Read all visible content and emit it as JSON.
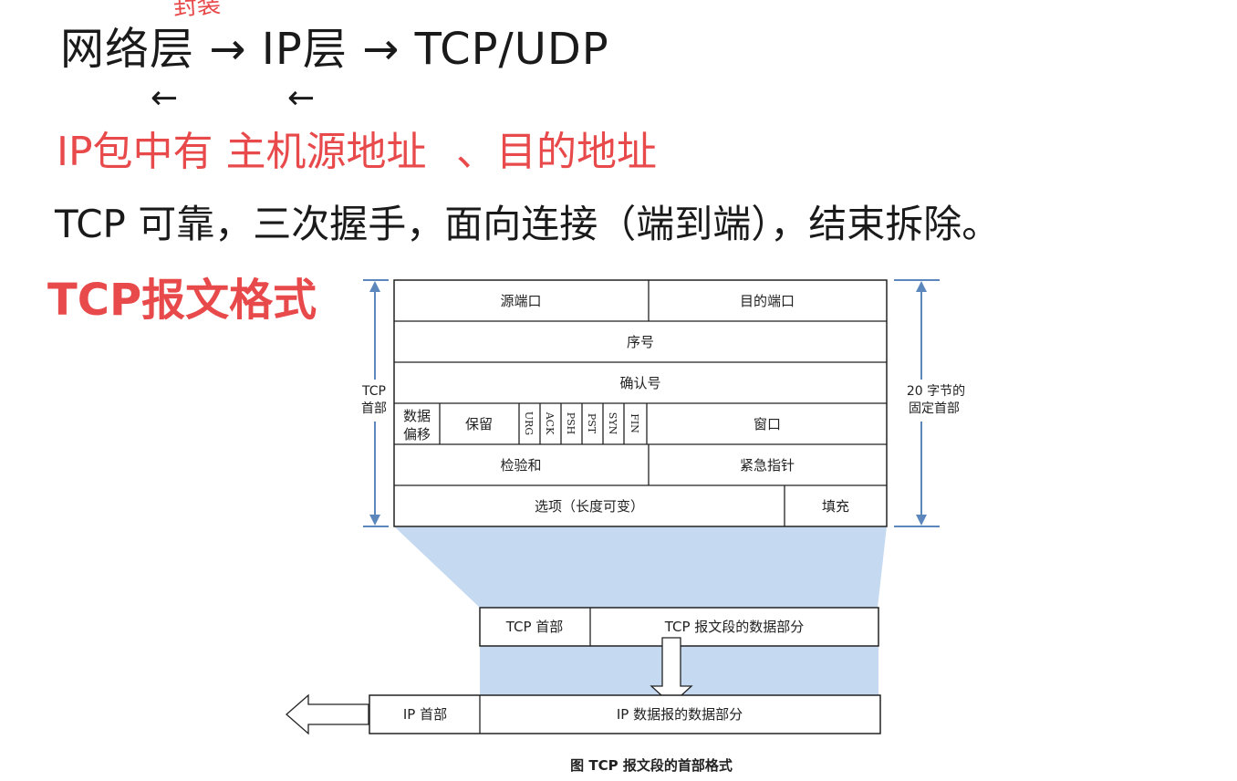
{
  "notes": {
    "line1": "网络层 → IP层 → TCP/UDP",
    "line1_annotation": "封装",
    "line1_back_arrows": [
      "←",
      "←"
    ],
    "line2_a": "IP包中有 主机源地址",
    "line2_b": "、目的地址",
    "line3": "TCP 可靠，三次握手，面向连接（端到端），结束拆除。",
    "line4": "TCP报文格式"
  },
  "header_table": {
    "rows": [
      [
        "源端口",
        "目的端口"
      ],
      [
        "序号"
      ],
      [
        "确认号"
      ],
      [
        "数据偏移",
        "保留",
        "URG",
        "ACK",
        "PSH",
        "PST",
        "SYN",
        "FIN",
        "窗口"
      ],
      [
        "检验和",
        "紧急指针"
      ],
      [
        "选项（长度可变）",
        "填充"
      ]
    ],
    "data_offset_lines": [
      "数据",
      "偏移"
    ],
    "reserved": "保留",
    "flags": [
      "URG",
      "ACK",
      "PSH",
      "PST",
      "SYN",
      "FIN"
    ],
    "window": "窗口",
    "left_label_lines": [
      "TCP",
      "首部"
    ],
    "right_label_lines": [
      "20 字节的",
      "固定首部"
    ]
  },
  "segment": {
    "header": "TCP 首部",
    "data": "TCP 报文段的数据部分"
  },
  "datagram": {
    "header": "IP 首部",
    "data": "IP 数据报的数据部分"
  },
  "caption": "图 TCP 报文段的首部格式",
  "colors": {
    "ink_black": "#1a1a1a",
    "ink_red": "#e8494a",
    "highlight_blue": "#c5d9f1",
    "dimension_blue": "#5b87bd"
  }
}
